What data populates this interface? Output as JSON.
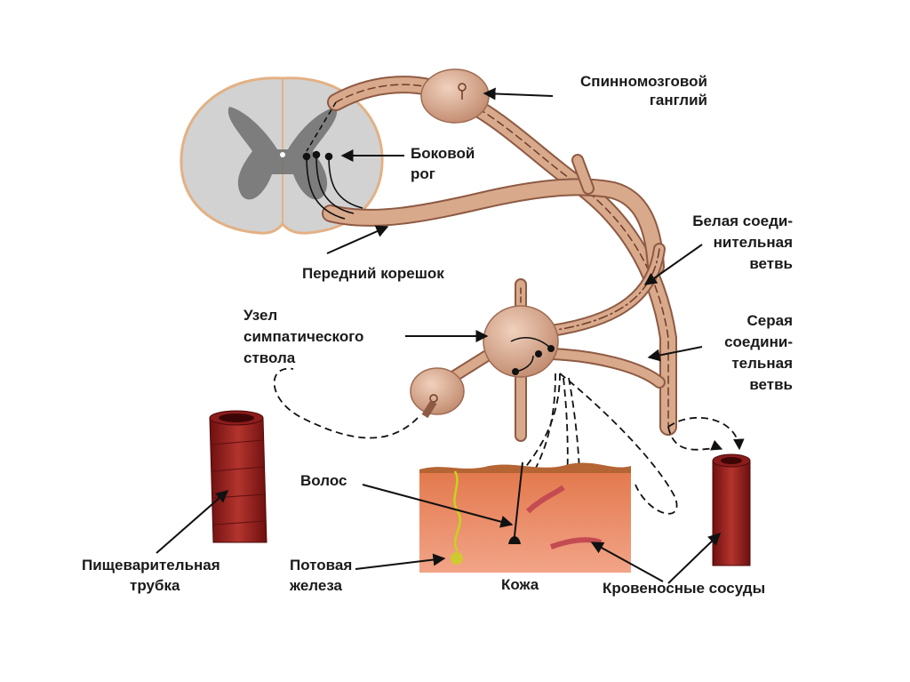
{
  "labels": {
    "spinal_ganglion_1": "Спинномозговой",
    "spinal_ganglion_2": "ганглий",
    "lateral_horn_1": "Боковой",
    "lateral_horn_2": "рог",
    "anterior_root": "Передний корешок",
    "white_ramus_1": "Белая соеди-",
    "white_ramus_2": "нительная",
    "white_ramus_3": "ветвь",
    "sympathetic_node_1": "Узел",
    "sympathetic_node_2": "симпатического",
    "sympathetic_node_3": "ствола",
    "gray_ramus_1": "Серая",
    "gray_ramus_2": "соедини-",
    "gray_ramus_3": "тельная",
    "gray_ramus_4": "ветвь",
    "hair": "Волос",
    "digestive_tube_1": "Пищеварительная",
    "digestive_tube_2": "трубка",
    "sweat_gland_1": "Потовая",
    "sweat_gland_2": "железа",
    "skin": "Кожа",
    "blood_vessels": "Кровеносные сосуды"
  },
  "colors": {
    "nerve_fill": "#d9a98c",
    "nerve_stroke": "#8e5a43",
    "gray_matter": "#6f6f6f",
    "white_matter": "#d2d2d2",
    "cord_outline": "#e3b184",
    "skin": "#e9926a",
    "vessel": "#8b1c1c",
    "sweat_gland": "#c6d41b"
  }
}
